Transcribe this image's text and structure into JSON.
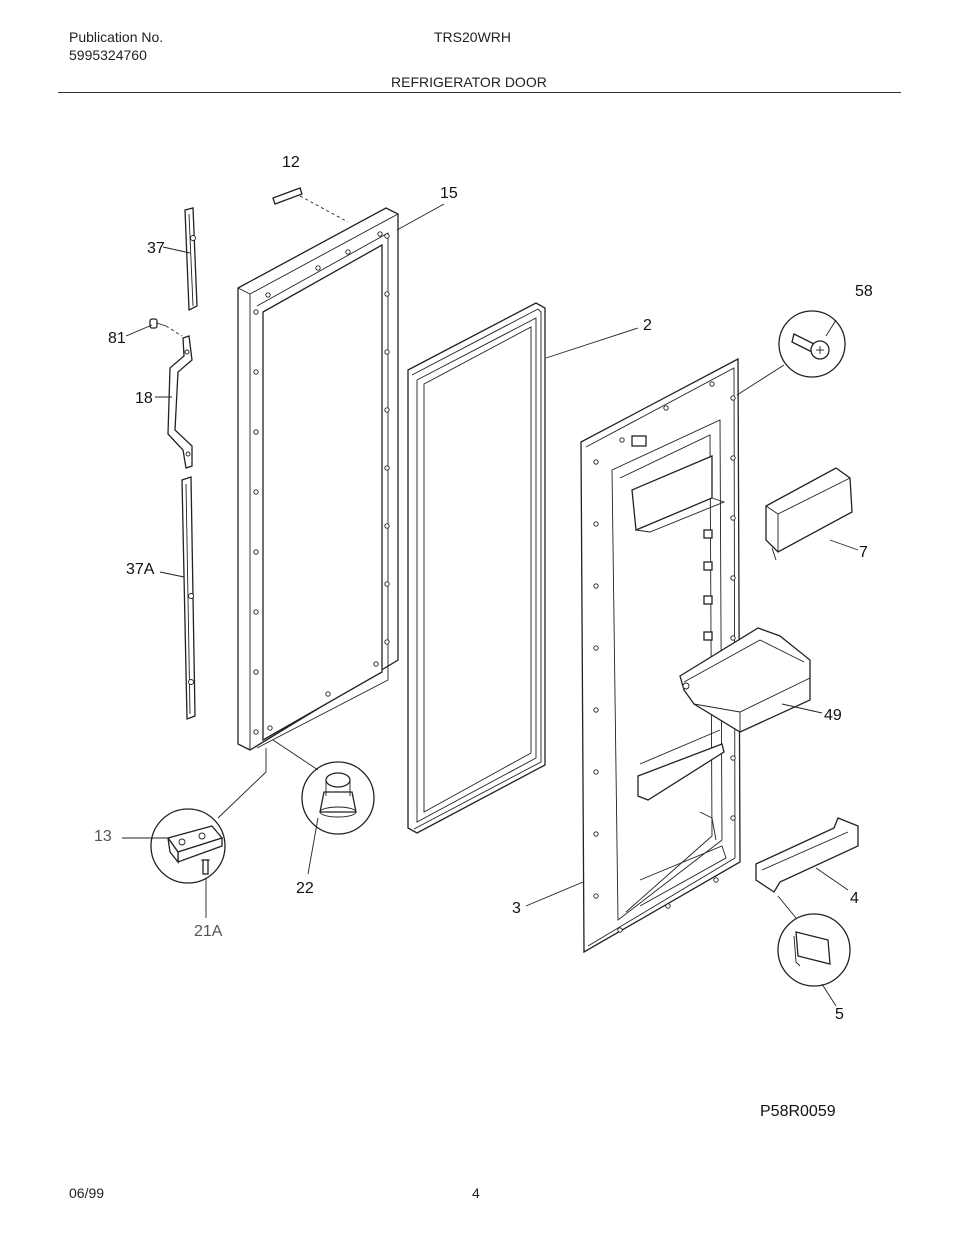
{
  "header": {
    "publication_label": "Publication No.",
    "publication_number": "5995324760",
    "model": "TRS20WRH",
    "section_title": "REFRIGERATOR DOOR"
  },
  "diagram": {
    "drawing_code": "P58R0059",
    "callouts": {
      "c12": "12",
      "c15": "15",
      "c37": "37",
      "c81": "81",
      "c18": "18",
      "c37a": "37A",
      "c58": "58",
      "c2": "2",
      "c7": "7",
      "c49": "49",
      "c13": "13",
      "c21a": "21A",
      "c22": "22",
      "c3": "3",
      "c4": "4",
      "c5": "5"
    }
  },
  "footer": {
    "date": "06/99",
    "page": "4"
  }
}
